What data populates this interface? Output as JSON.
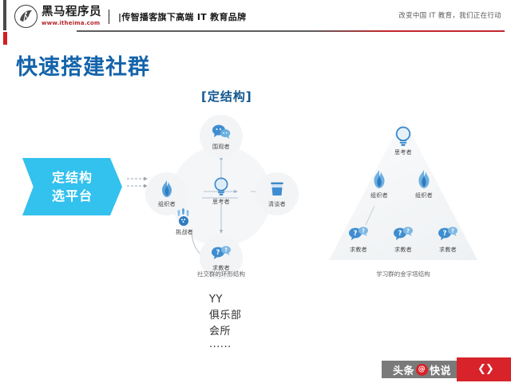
{
  "header": {
    "logo_cn": "黑马程序员",
    "logo_url": "www.itheima.com",
    "logo_tagline": "|传智播客旗下高端 IT 教育品牌",
    "right_slogan": "改变中国 IT 教育，我们正在行动",
    "logo_icon": "horse-circle-logo"
  },
  "title": "快速搭建社群",
  "section_heading": "[定结构]",
  "banner": {
    "line1": "定结构",
    "line2": "选平台",
    "color": "#33c1ee"
  },
  "circle_diagram": {
    "caption": "社交群的环形结构",
    "center": {
      "label": "思考者",
      "icon": "lightbulb-icon"
    },
    "nodes": [
      {
        "label": "围观者",
        "icon": "chat-bubbles-icon",
        "position": "top"
      },
      {
        "label": "组织者",
        "icon": "flame-icon",
        "position": "left"
      },
      {
        "label": "清谈者",
        "icon": "cup-icon",
        "position": "right"
      },
      {
        "label": "求教者",
        "icon": "question-bubbles-icon",
        "position": "bottom"
      },
      {
        "label": "挑战者",
        "icon": "bowling-pins-icon",
        "position": "bottom-left"
      }
    ]
  },
  "pyramid_diagram": {
    "caption": "学习群的金字塔结构",
    "tiers": [
      {
        "tier": 1,
        "nodes": [
          {
            "label": "思考者",
            "icon": "lightbulb-icon"
          }
        ]
      },
      {
        "tier": 2,
        "nodes": [
          {
            "label": "组织者",
            "icon": "flame-icon"
          },
          {
            "label": "组织者",
            "icon": "flame-icon"
          }
        ]
      },
      {
        "tier": 3,
        "nodes": [
          {
            "label": "求教者",
            "icon": "question-bubbles-icon"
          },
          {
            "label": "求教者",
            "icon": "question-bubbles-icon"
          },
          {
            "label": "求教者",
            "icon": "question-bubbles-icon"
          }
        ]
      }
    ]
  },
  "platform_list": [
    "YY",
    "俱乐部",
    "会所",
    "······"
  ],
  "footer": {
    "brand": "头条",
    "at": "@",
    "account": "快说"
  },
  "colors": {
    "title_blue": "#1464aa",
    "heading_blue": "#11578f",
    "banner_cyan": "#33c1ee",
    "brand_red": "#c2272d",
    "icon_blue": "#3f8dd0"
  }
}
